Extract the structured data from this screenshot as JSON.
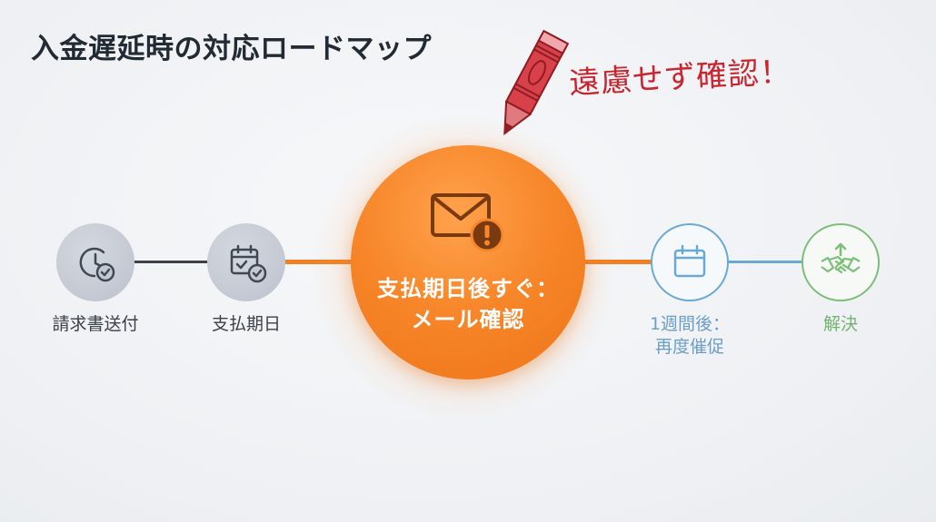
{
  "title": "入金遅延時の対応ロードマップ",
  "note": "遠慮せず確認！",
  "steps": [
    {
      "label": "請求書送付",
      "icon": "clock-check-icon"
    },
    {
      "label": "支払期日",
      "icon": "calendar-check-icon"
    },
    {
      "line1": "支払期日後すぐ：",
      "line2": "メール確認",
      "icon": "mail-alert-icon"
    },
    {
      "line1": "1週間後：",
      "line2": "再度催促",
      "icon": "calendar-icon"
    },
    {
      "label": "解決",
      "icon": "handshake-icon"
    }
  ],
  "colors": {
    "gray_line": "#3b4149",
    "orange": "#f28020",
    "blue": "#6aa9d3",
    "green": "#7cbf78",
    "red": "#c9252f"
  }
}
